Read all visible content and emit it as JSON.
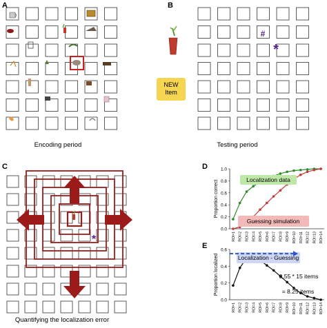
{
  "panels": {
    "A": {
      "letter": "A",
      "caption": "Encoding period"
    },
    "B": {
      "letter": "B",
      "caption": "Testing period",
      "new_item": "NEW\nItem",
      "hash": "#",
      "star": "*"
    },
    "C": {
      "letter": "C",
      "caption": "Quantifying the localization error",
      "star": "*"
    },
    "D": {
      "letter": "D"
    },
    "E": {
      "letter": "E"
    }
  },
  "colors": {
    "accent_red": "#9b1b1b",
    "green": "#2e8b2e",
    "red": "#c43a3a",
    "purple": "#5a1e8c",
    "yellow": "#f6d552",
    "blue": "#2f55c8"
  },
  "chart_data": [
    {
      "panel": "D",
      "type": "line",
      "ylabel": "Proportion correct",
      "xlabel": "",
      "ylim": [
        0,
        1.0
      ],
      "yticks": [
        "0.0",
        "0.2",
        "0.4",
        "0.6",
        "0.8",
        "1.0"
      ],
      "categories": [
        "ROI=1",
        "ROI=2",
        "ROI=3",
        "ROI=4",
        "ROI=5",
        "ROI=6",
        "ROI=7",
        "ROI=8",
        "ROI=9",
        "ROI=10",
        "ROI=11",
        "ROI=12",
        "ROI=13",
        "ROI=14"
      ],
      "series": [
        {
          "name": "Localization data",
          "color": "#2e8b2e",
          "values": [
            0.16,
            0.43,
            0.62,
            0.71,
            0.78,
            0.84,
            0.88,
            0.92,
            0.95,
            0.97,
            0.98,
            0.99,
            1.0,
            1.0
          ]
        },
        {
          "name": "Guessing simulation",
          "color": "#c43a3a",
          "values": [
            0.0,
            0.03,
            0.1,
            0.2,
            0.32,
            0.43,
            0.54,
            0.64,
            0.74,
            0.83,
            0.9,
            0.95,
            0.98,
            1.0
          ]
        }
      ]
    },
    {
      "panel": "E",
      "type": "line",
      "ylabel": "Proportion localized",
      "xlabel": "",
      "ylim": [
        0,
        0.6
      ],
      "yticks": [
        "0.0",
        "0.2",
        "0.4",
        "0.6"
      ],
      "categories": [
        "ROI=1",
        "ROI=2",
        "ROI=3",
        "ROI=4",
        "ROI=5",
        "ROI=6",
        "ROI=7",
        "ROI=8",
        "ROI=9",
        "ROI=10",
        "ROI=11",
        "ROI=12",
        "ROI=13",
        "ROI=14"
      ],
      "series": [
        {
          "name": "Localization - Guessing",
          "color": "#111111",
          "values": [
            0.17,
            0.38,
            0.5,
            0.53,
            0.47,
            0.41,
            0.35,
            0.28,
            0.21,
            0.14,
            0.08,
            0.04,
            0.02,
            0.0
          ]
        }
      ],
      "annotations": [
        "0.55 * 15 items",
        "= 8.25 items"
      ]
    }
  ]
}
